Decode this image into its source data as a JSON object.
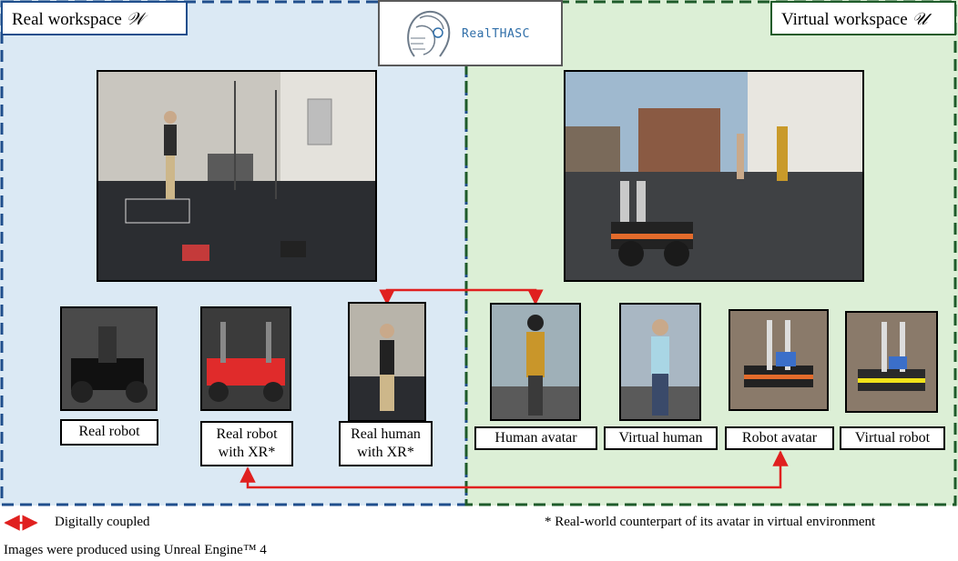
{
  "real_workspace": {
    "title": "Real workspace",
    "symbol": "𝒲"
  },
  "virtual_workspace": {
    "title": "Virtual workspace",
    "symbol": "𝒰"
  },
  "logo": {
    "text": "RealTHASC"
  },
  "thumbnails": {
    "real_robot": "Real robot",
    "real_robot_xr": "Real robot with XR*",
    "real_human_xr": "Real human with XR*",
    "human_avatar": "Human avatar",
    "virtual_human": "Virtual human",
    "robot_avatar": "Robot avatar",
    "virtual_robot": "Virtual robot"
  },
  "legend": {
    "coupled": "Digitally coupled",
    "footnote": "* Real-world counterpart of its avatar in virtual environment",
    "credit": "Images were produced using Unreal Engine™ 4"
  },
  "colors": {
    "real_border": "#1f4e8c",
    "virtual_border": "#1e5b2a",
    "arrow": "#e0201f"
  }
}
